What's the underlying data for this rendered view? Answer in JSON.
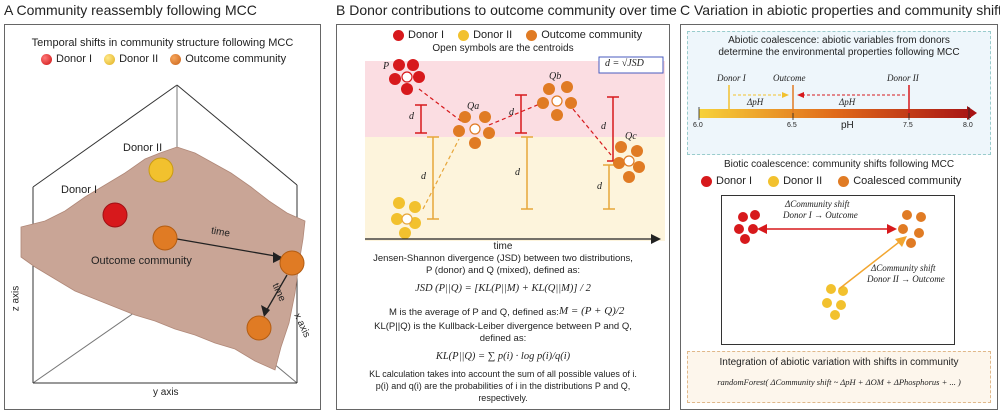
{
  "panelA": {
    "title": "A Community reassembly following MCC",
    "heading": "Temporal shifts in community structure following MCC",
    "legend": [
      "Donor I",
      "Donor II",
      "Outcome community"
    ],
    "label_donor2": "Donor II",
    "label_donor1": "Donor I",
    "label_outcome": "Outcome community",
    "label_time1": "time",
    "label_time2": "time",
    "axis_z": "z axis",
    "axis_y": "y axis",
    "axis_x": "x axis"
  },
  "panelB": {
    "title": "B Donor contributions to outcome community over time",
    "legend": [
      "Donor I",
      "Donor II",
      "Outcome community"
    ],
    "centroid_note": "Open symbols are the centroids",
    "d_box": "d = √JSD",
    "label_P": "P",
    "label_Qa": "Qa",
    "label_Qb": "Qb",
    "label_Qc": "Qc",
    "label_d": "d",
    "time_label": "time",
    "jsd_text1": "Jensen-Shannon divergence (JSD) between two distributions,",
    "jsd_text2": "P (donor) and Q (mixed), defined as:",
    "jsd_formula": "JSD (P||Q) = [KL(P||M) + KL(Q||M)] / 2",
    "m_text": "M is the average of P and Q, defined as:",
    "m_formula": "M = (P + Q)/2",
    "kl_text1": "KL(P||Q) is the Kullback-Leiber divergence between P and Q,",
    "kl_text2": "defined as:",
    "kl_formula": "KL(P||Q) = ∑ p(i) · log p(i)/q(i)",
    "kl_note1": "KL calculation takes into account the sum of all possible values of i.",
    "kl_note2": "p(i) and q(i) are the probabilities of i in the distributions P and Q,",
    "kl_note3": "respectively."
  },
  "panelC": {
    "title": "C Variation in abiotic properties and community shifts",
    "abiotic_text1": "Abiotic coalescence: abiotic variables from donors",
    "abiotic_text2": "determine the environmental properties following MCC",
    "label_donor1": "Donor I",
    "label_outcome": "Outcome",
    "label_donor2": "Donor II",
    "dph1": "ΔpH",
    "dph2": "ΔpH",
    "ph_label": "pH",
    "ph_ticks": [
      "6.0",
      "6.5",
      "7.5",
      "8.0"
    ],
    "biotic_text": "Biotic coalescence: community shifts following MCC",
    "legend": [
      "Donor I",
      "Donor II",
      "Coalesced community"
    ],
    "shift1_line1": "ΔCommunity shift",
    "shift1_line2": "Donor I → Outcome",
    "shift2_line1": "ΔCommunity shift",
    "shift2_line2": "Donor II → Outcome",
    "integration_title": "Integration of abiotic variation with shifts in community",
    "integration_formula": "randomForest( ΔCommunity shift ~ ΔpH + ΔOM + ΔPhosphorus + ... )"
  },
  "colors": {
    "donor1": "#d7191c",
    "donor2": "#f2c12e",
    "outcome": "#e07b24",
    "terrain": "#c9a596",
    "pink_band": "#fbdde2",
    "yellow_band": "#fdf4dc",
    "abiotic_bg": "#eef6fb"
  }
}
